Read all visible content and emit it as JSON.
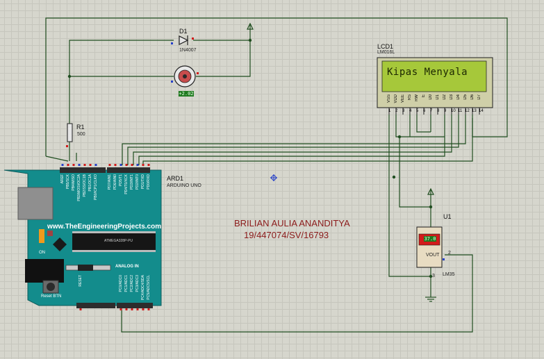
{
  "diode": {
    "ref": "D1",
    "part": "1N4007"
  },
  "motor": {
    "reading": "+2.02"
  },
  "resistor": {
    "ref": "R1",
    "value": "500"
  },
  "lcd": {
    "ref": "LCD1",
    "part": "LM016L",
    "display_text": "Kipas Menyala",
    "pin_labels": [
      "VSS",
      "VDD",
      "VEE",
      "RS",
      "RW",
      "E",
      "D0",
      "D1",
      "D2",
      "D3",
      "D4",
      "D5",
      "D6",
      "D7"
    ],
    "pin_numbers": [
      "1",
      "2",
      "3",
      "4",
      "5",
      "6",
      "7",
      "8",
      "9",
      "10",
      "11",
      "12",
      "13",
      "14"
    ]
  },
  "arduino": {
    "ref": "ARD1",
    "part": "ARDUINO UNO",
    "website": "www.TheEngineeringProjects.com",
    "on_label": "ON",
    "analog_label": "ANALOG IN",
    "reset_label": "Reset BTN",
    "chip_label": "ATMEGA328P-PU",
    "top_pin_labels": [
      "AREF",
      "PB5/SCK",
      "PB4/MISO",
      "PB3/MOSI/OC2A",
      "PB2/SS/OC1B",
      "PB1/OC1A",
      "PB0/ICP1/CLKO",
      "PD7/AIN1",
      "PD6/AIN0",
      "PD5/T1",
      "PD4/T0/XCK",
      "PD3/INT1",
      "PD2/INT0",
      "PD1/TXD",
      "PD0/RXD"
    ],
    "bottom_pin_labels": [
      "RESET",
      "PC0/ADC0",
      "PC1/ADC1",
      "PC2/ADC2",
      "PC3/ADC3",
      "PC4/ADC4/SDA",
      "PC5/ADC5/SCL"
    ]
  },
  "sensor": {
    "ref": "U1",
    "part": "LM35",
    "reading": "37.0",
    "vout_label": "VOUT",
    "pin2": "2",
    "pin3": "3"
  },
  "author": {
    "name": "BRILIAN AULIA ANANDITYA",
    "id": "19/447074/SV/16793"
  },
  "colors": {
    "wire": "#1f4d1f",
    "board": "#138c8c",
    "lcd_screen": "#a6c83a",
    "author_text": "#8b1a1a",
    "grid": "#c6c6bd"
  }
}
